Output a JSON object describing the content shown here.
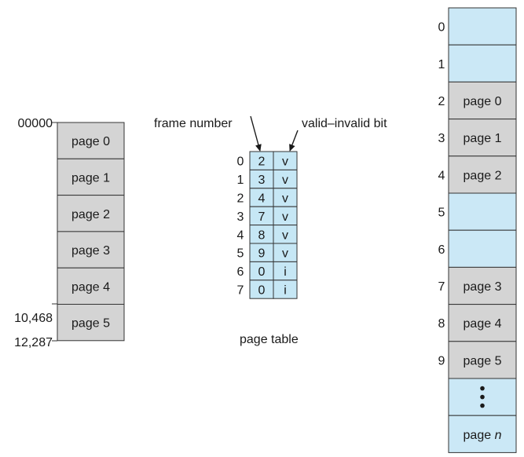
{
  "colors": {
    "page_fill": "#d4d4d4",
    "table_fill": "#c6e7f5",
    "free_frame_fill": "#cbe8f6",
    "outline": "#333333",
    "text": "#1a1a1a"
  },
  "logical_memory": {
    "pages": [
      "page 0",
      "page 1",
      "page 2",
      "page 3",
      "page 4",
      "page 5"
    ],
    "addresses": [
      "00000",
      "10,468",
      "12,287"
    ]
  },
  "page_table": {
    "title": "page table",
    "frame_number_label": "frame number",
    "valid_bit_label": "valid–invalid bit",
    "rows": [
      {
        "index": "0",
        "frame": "2",
        "bit": "v"
      },
      {
        "index": "1",
        "frame": "3",
        "bit": "v"
      },
      {
        "index": "2",
        "frame": "4",
        "bit": "v"
      },
      {
        "index": "3",
        "frame": "7",
        "bit": "v"
      },
      {
        "index": "4",
        "frame": "8",
        "bit": "v"
      },
      {
        "index": "5",
        "frame": "9",
        "bit": "v"
      },
      {
        "index": "6",
        "frame": "0",
        "bit": "i"
      },
      {
        "index": "7",
        "frame": "0",
        "bit": "i"
      }
    ]
  },
  "physical_memory": {
    "frames": [
      {
        "index": "0",
        "label": ""
      },
      {
        "index": "1",
        "label": ""
      },
      {
        "index": "2",
        "label": "page 0"
      },
      {
        "index": "3",
        "label": "page 1"
      },
      {
        "index": "4",
        "label": "page 2"
      },
      {
        "index": "5",
        "label": ""
      },
      {
        "index": "6",
        "label": ""
      },
      {
        "index": "7",
        "label": "page 3"
      },
      {
        "index": "8",
        "label": "page 4"
      },
      {
        "index": "9",
        "label": "page 5"
      },
      {
        "index": "",
        "label": ""
      },
      {
        "index": "",
        "label": "page n"
      }
    ],
    "last_label_prefix": "page",
    "last_label_var": "n"
  }
}
